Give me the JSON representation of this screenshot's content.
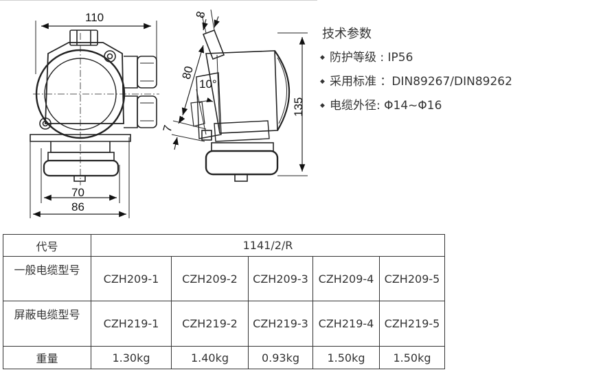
{
  "drawing": {
    "dimensions": {
      "width_110": "110",
      "width_70": "70",
      "width_86": "86",
      "dim_8": "8",
      "dim_80": "80",
      "angle_10": "10°",
      "dim_7": "7",
      "height_135": "135"
    }
  },
  "specs": {
    "title": "技术参数",
    "items": [
      {
        "text": "防护等级 : IP56"
      },
      {
        "text": "采用标准 ：DIN89267/DIN89262"
      },
      {
        "text": "电缆外径: Φ14~Φ16"
      }
    ]
  },
  "table": {
    "code_label": "代号",
    "code_value": "1141/2/R",
    "general_label": "一般电缆型号",
    "general_models": [
      "CZH209-1",
      "CZH209-2",
      "CZH209-3",
      "CZH209-4",
      "CZH209-5"
    ],
    "shielded_label": "屏蔽电缆型号",
    "shielded_models": [
      "CZH219-1",
      "CZH219-2",
      "CZH219-3",
      "CZH219-4",
      "CZH219-5"
    ],
    "weight_label": "重量",
    "weights": [
      "1.30kg",
      "1.40kg",
      "0.93kg",
      "1.50kg",
      "1.50kg"
    ]
  }
}
